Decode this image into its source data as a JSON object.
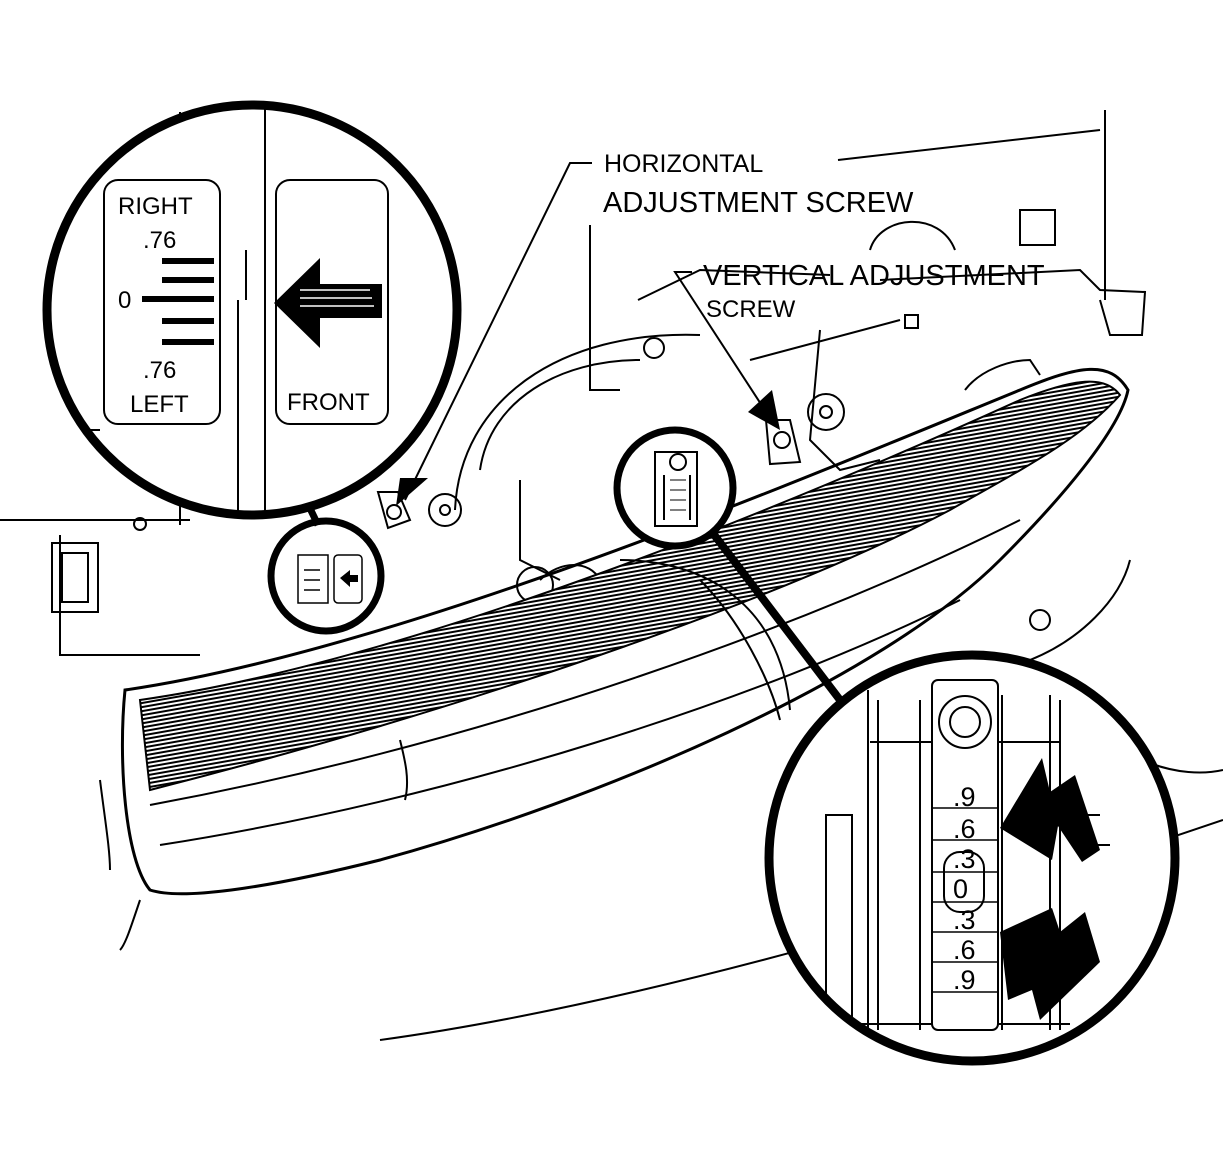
{
  "callouts": {
    "horizontal_line1": "HORIZONTAL",
    "horizontal_line2": "ADJUSTMENT SCREW",
    "vertical_line1": "VERTICAL ADJUSTMENT",
    "vertical_line2": "SCREW"
  },
  "left_inset": {
    "top_label": "RIGHT",
    "top_value": ".76",
    "zero_value": "0",
    "bottom_value": ".76",
    "bottom_label": "LEFT",
    "arrow_label": "FRONT"
  },
  "right_inset": {
    "ticks": [
      ".9",
      ".6",
      ".3",
      "0",
      ".3",
      ".6",
      ".9"
    ]
  },
  "colors": {
    "line": "#000000",
    "background": "#ffffff"
  }
}
